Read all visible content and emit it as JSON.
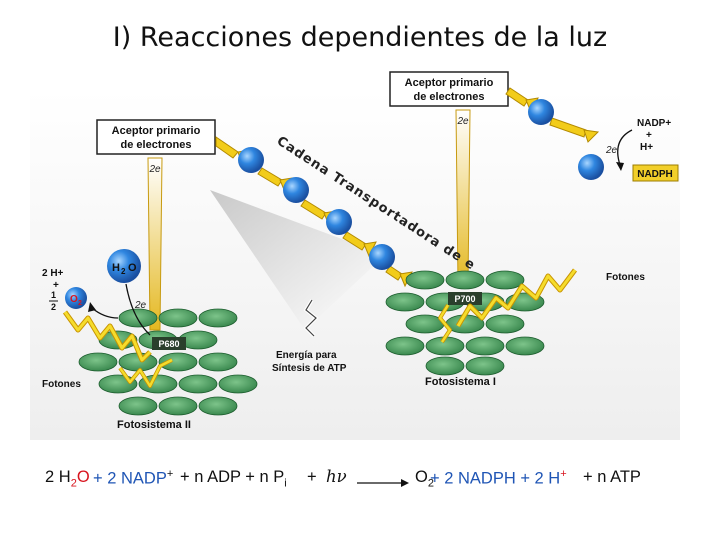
{
  "title": "I)  Reacciones dependientes de la luz",
  "acceptor_left": [
    "Aceptor primario",
    "de electrones"
  ],
  "acceptor_right": [
    "Aceptor primario",
    "de electrones"
  ],
  "electrons_2e": "2e",
  "chain_label": "Cadena Transportadora de e",
  "h2o": {
    "h": "H",
    "sub": "2",
    "o": "O"
  },
  "two_h_plus": "2 H+",
  "plus_sign": "+",
  "half": {
    "num": "1",
    "den": "2"
  },
  "o2": {
    "o": "O",
    "sub": "2"
  },
  "p680": "P680",
  "p700": "P700",
  "fotones_left": "Fotones",
  "fotones_right": "Fotones",
  "energia": [
    "Energía para",
    "Síntesis de ATP"
  ],
  "fotosistema_ii": "Fotosistema II",
  "fotosistema_i": "Fotosistema I",
  "nadp_plus": "NADP+",
  "h_plus": "H+",
  "nadph": "NADPH",
  "equation": {
    "p1": "2 H",
    "p1_sub": "2",
    "p1_b": "O",
    "p2": " + 2 NADP",
    "p2_sup": "+",
    "p3": " + n ADP + n P",
    "p3_sub": "i",
    "p4": " + ",
    "hv": "hν",
    "q1": "O",
    "q1_sub": "2",
    "q2": " + 2 NADPH + 2 H",
    "q2_sup": "+",
    "q3": " + n ATP"
  },
  "colors": {
    "blue_sphere": "#2f86e0",
    "disc_green": "#3d9a55",
    "zigzag_yellow": "#f2d21a",
    "title": "#111111"
  }
}
